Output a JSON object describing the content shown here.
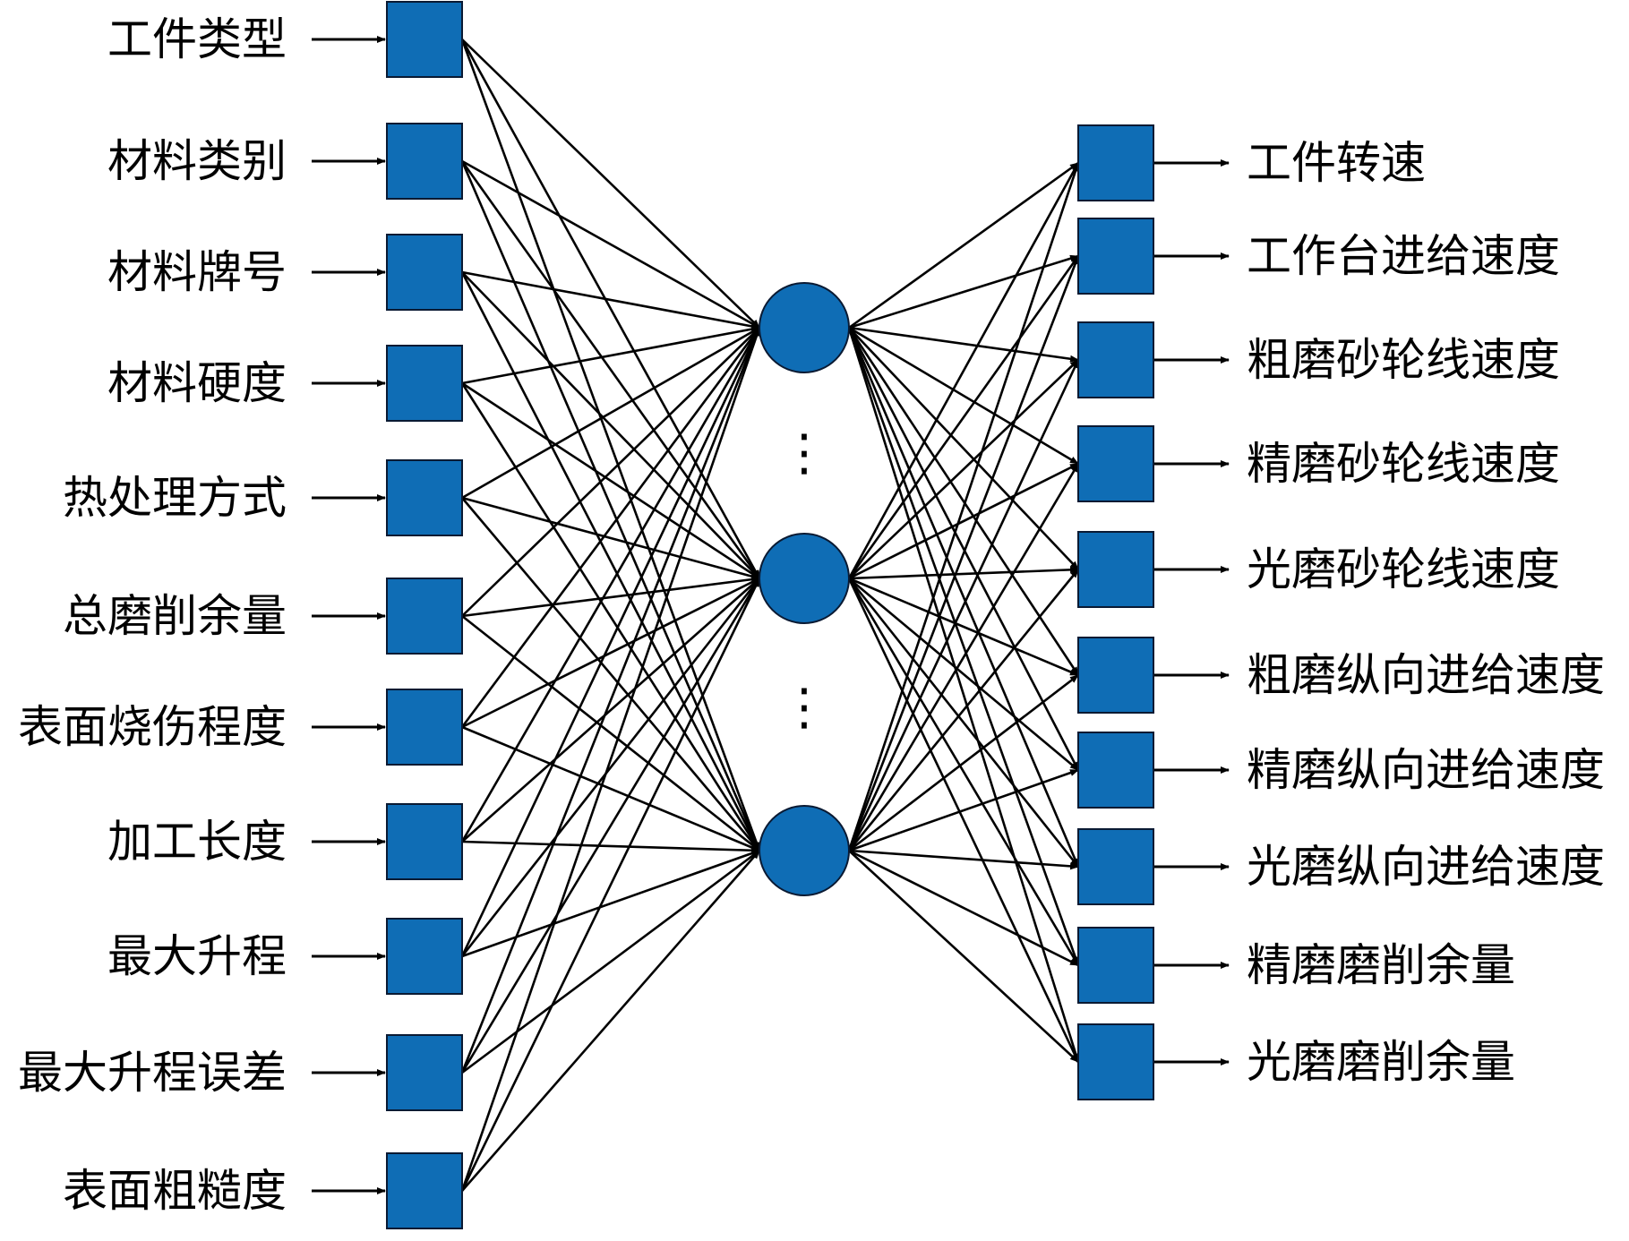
{
  "inputs": [
    "工件类型",
    "材料类别",
    "材料牌号",
    "材料硬度",
    "热处理方式",
    "总磨削余量",
    "表面烧伤程度",
    "加工长度",
    "最大升程",
    "最大升程误差",
    "表面粗糙度"
  ],
  "outputs": [
    "工件转速",
    "工作台进给速度",
    "粗磨砂轮线速度",
    "精磨砂轮线速度",
    "光磨砂轮线速度",
    "粗磨纵向进给速度",
    "精磨纵向进给速度",
    "光磨纵向进给速度",
    "精磨磨削余量",
    "光磨磨削余量"
  ],
  "hidden_ellipsis": [
    "⋮",
    "⋮"
  ],
  "colors": {
    "node_fill": "#0f6db5",
    "node_stroke": "#0a1a33",
    "edge": "#000000",
    "text": "#000000"
  }
}
